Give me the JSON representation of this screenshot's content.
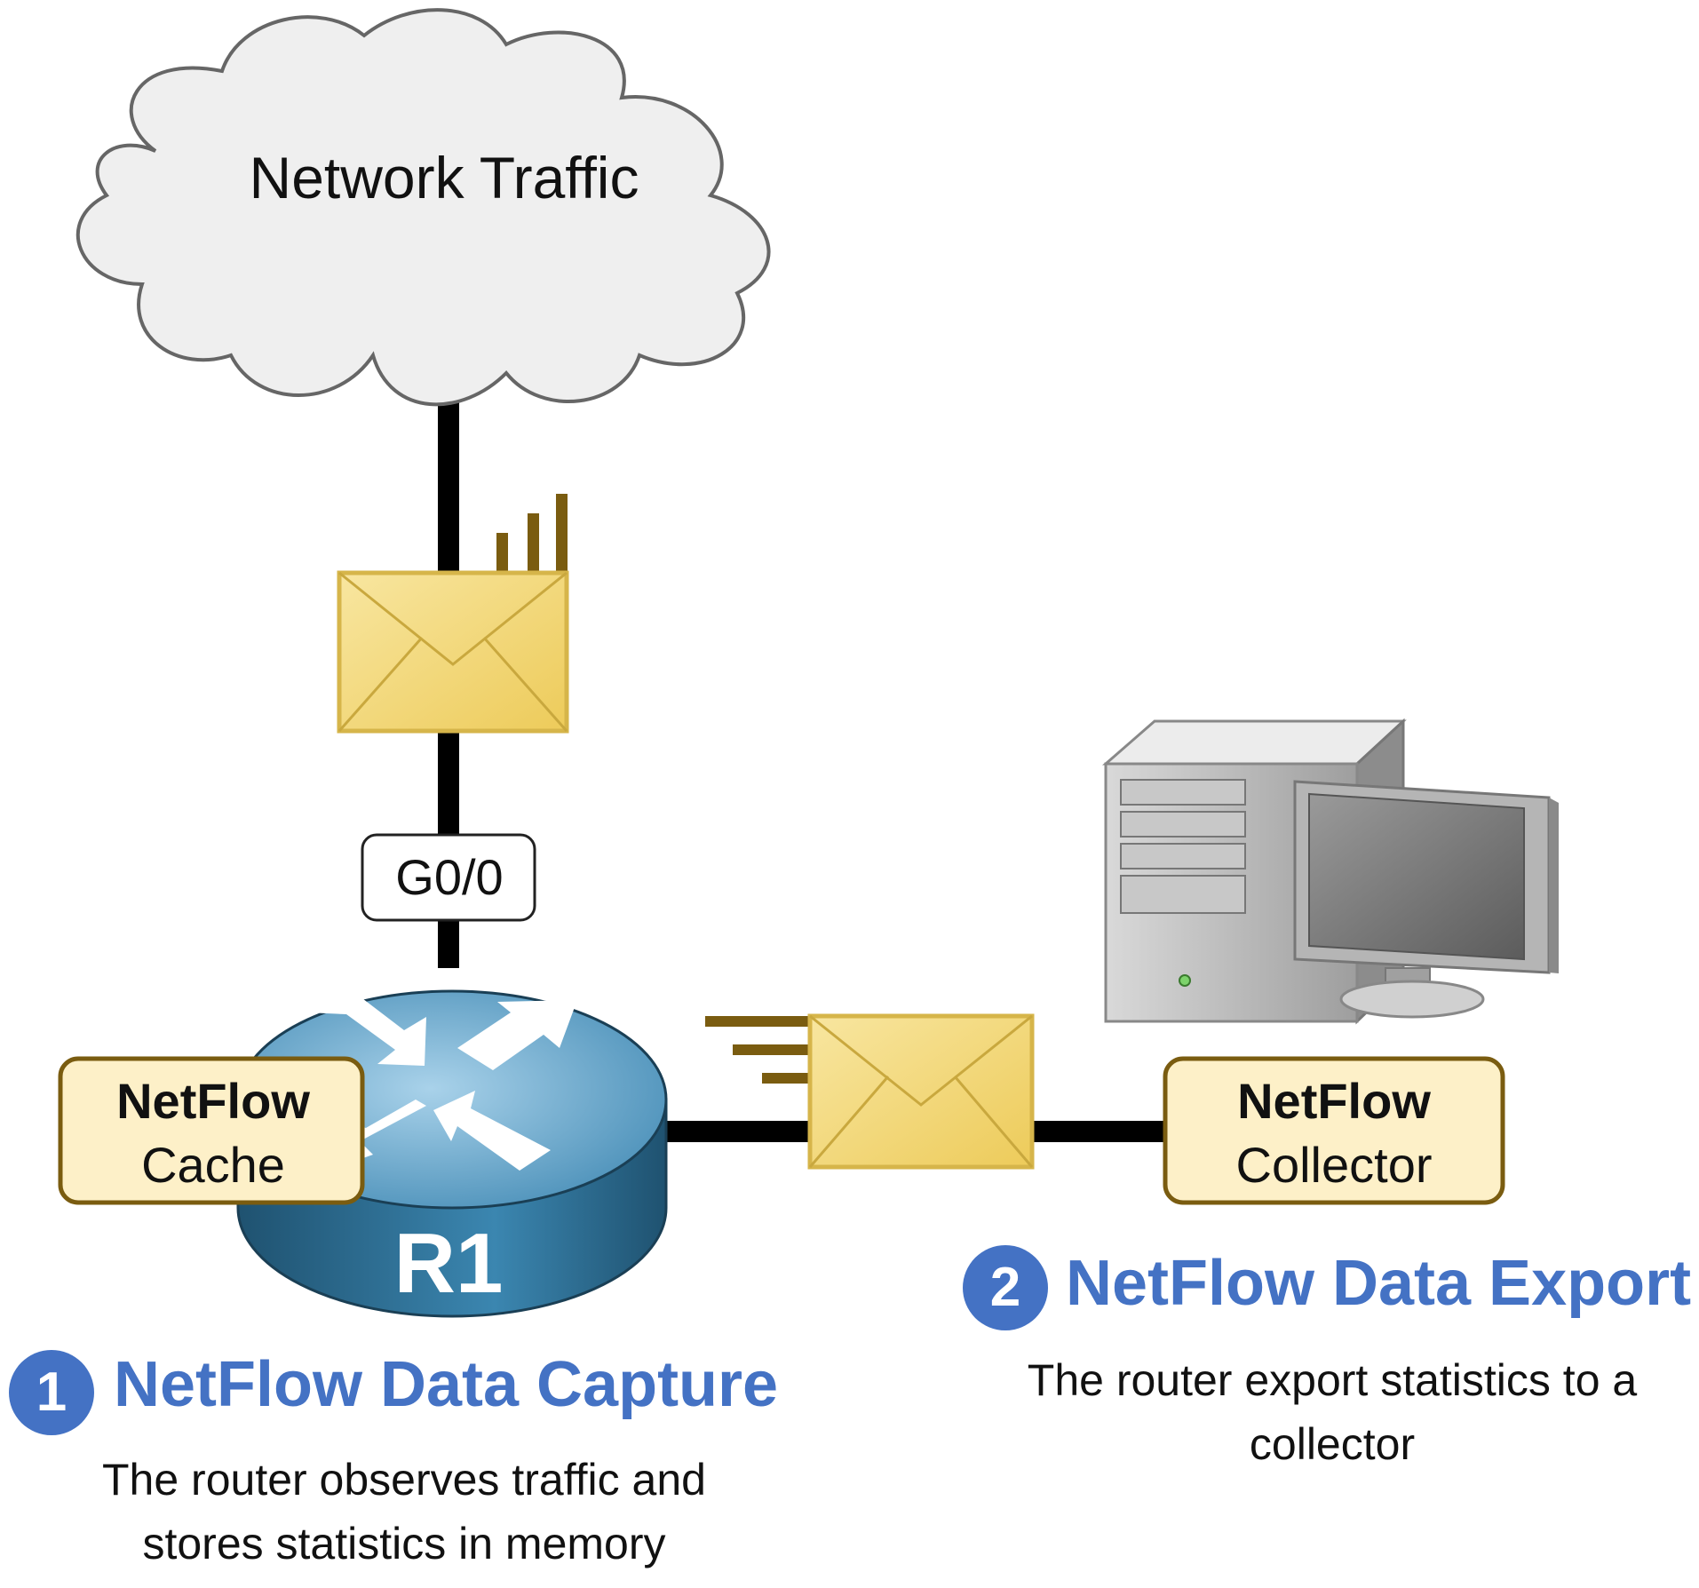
{
  "cloud": {
    "label": "Network Traffic"
  },
  "interface": {
    "label": "G0/0"
  },
  "router": {
    "label": "R1"
  },
  "cache_box": {
    "line1": "NetFlow",
    "line2": "Cache"
  },
  "collector_box": {
    "line1": "NetFlow",
    "line2": "Collector"
  },
  "step1": {
    "number": "1",
    "title": "NetFlow Data Capture",
    "description": "The router observes traffic and stores statistics in memory"
  },
  "step2": {
    "number": "2",
    "title": "NetFlow Data Export",
    "description": "The router export statistics to a collector"
  },
  "colors": {
    "accent": "#4472c4",
    "link": "#000000",
    "envelope": "#f3d97a",
    "envelope_border": "#d6b54a",
    "label_box_fill": "#fdf0c8",
    "label_box_border": "#7a5c10",
    "router_top": "#7fb6d6",
    "router_side": "#2e6a8c"
  },
  "icons": {
    "cloud": "cloud-icon",
    "packet_down": "envelope-icon",
    "packet_right": "envelope-icon",
    "router": "router-icon",
    "server": "server-pc-icon"
  }
}
